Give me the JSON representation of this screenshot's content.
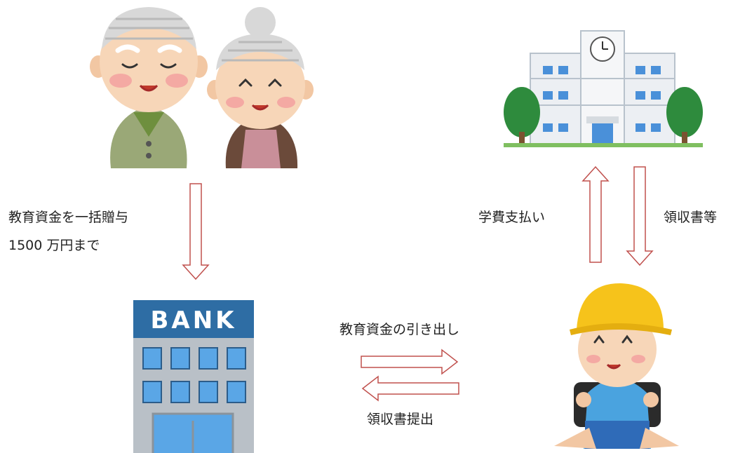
{
  "labels": {
    "gift_line1": "教育資金を一括贈与",
    "gift_line2": "1500 万円まで",
    "withdrawal": "教育資金の引き出し",
    "receipt_submission": "領収書提出",
    "tuition_payment": "学費支払い",
    "receipts": "領収書等"
  },
  "bank": {
    "sign": "BANK"
  },
  "icons": {
    "grandparents": "grandparents-icon",
    "school": "school-building-icon",
    "bank": "bank-building-icon",
    "child": "schoolchild-icon",
    "arrow_down": "outline-arrow-down-icon",
    "arrow_up": "outline-arrow-up-icon",
    "arrow_right": "outline-arrow-right-icon",
    "arrow_left": "outline-arrow-left-icon"
  },
  "colors": {
    "arrow_outline": "#c0504d",
    "bank_sign": "#2e6da4",
    "helmet": "#f6c31b",
    "uniform": "#4aa3df",
    "tree": "#2e8b3d"
  }
}
